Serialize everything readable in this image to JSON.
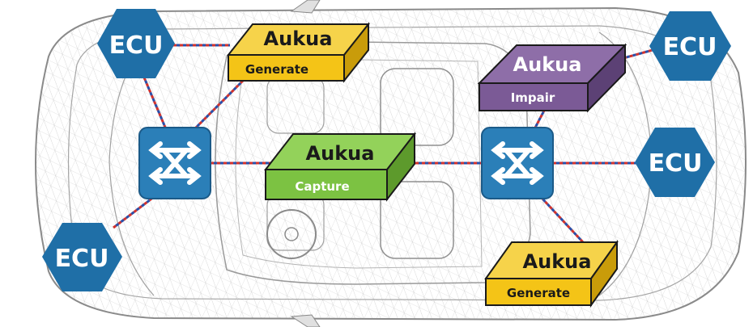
{
  "colors": {
    "ecu_blue": "#1f6fa7",
    "switch_blue": "#2b7fb8",
    "generate_yellow": "#f4c417",
    "capture_green": "#7cc242",
    "impair_purple": "#7b5a96",
    "cable_red": "#d2322d",
    "cable_blue": "#2a4fa8"
  },
  "ecus": [
    {
      "id": "ecu-top-left",
      "label": "ECU"
    },
    {
      "id": "ecu-bottom-left",
      "label": "ECU"
    },
    {
      "id": "ecu-top-right",
      "label": "ECU"
    },
    {
      "id": "ecu-middle-right",
      "label": "ECU"
    }
  ],
  "switches": [
    {
      "id": "switch-left",
      "icon": "network-switch-icon"
    },
    {
      "id": "switch-right",
      "icon": "network-switch-icon"
    }
  ],
  "devices": [
    {
      "id": "device-generate-top",
      "brand": "Aukua",
      "function": "Generate",
      "color": "#f4c417"
    },
    {
      "id": "device-capture",
      "brand": "Aukua",
      "function": "Capture",
      "color": "#7cc242"
    },
    {
      "id": "device-impair",
      "brand": "Aukua",
      "function": "Impair",
      "color": "#7b5a96"
    },
    {
      "id": "device-generate-bottom",
      "brand": "Aukua",
      "function": "Generate",
      "color": "#f4c417"
    }
  ]
}
